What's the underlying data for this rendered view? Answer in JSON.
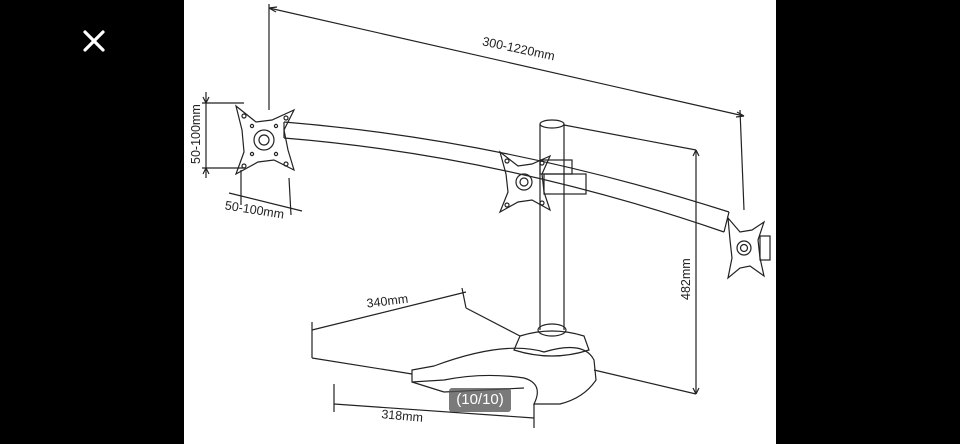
{
  "viewer": {
    "close_icon": "close-icon",
    "counter": "(10/10)",
    "background": "#000000"
  },
  "drawing": {
    "subject": "triple monitor desk stand line drawing",
    "dimensions": {
      "width_span": "300-1220mm",
      "vesa_vertical": "50-100mm",
      "vesa_horizontal": "50-100mm",
      "pole_height": "482mm",
      "base_depth": "340mm",
      "base_width": "318mm"
    }
  }
}
